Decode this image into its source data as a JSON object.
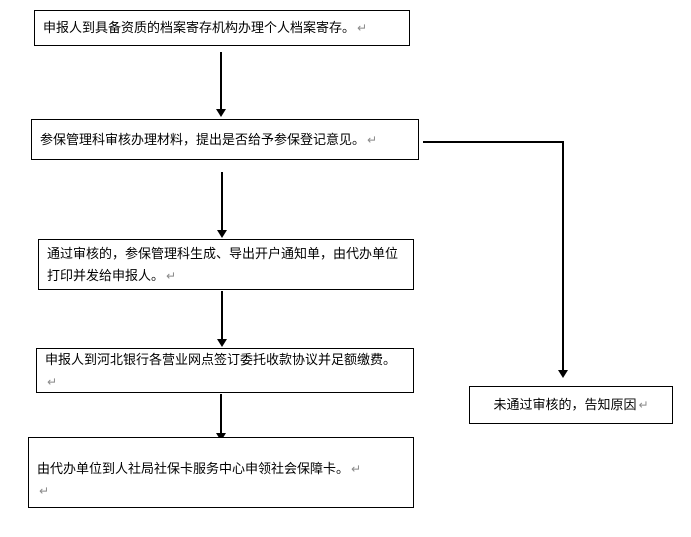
{
  "flowchart": {
    "steps": [
      {
        "label": "申报人到具备资质的档案寄存机构办理个人档案寄存。",
        "mark": "↵"
      },
      {
        "label": "参保管理科审核办理材料，提出是否给予参保登记意见。",
        "mark": "↵"
      },
      {
        "label": "通过审核的，参保管理科生成、导出开户通知单，由代办单位打印并发给申报人。",
        "mark": "↵"
      },
      {
        "label": "申报人到河北银行各营业网点签订委托收款协议并足额缴费。",
        "mark": "↵"
      },
      {
        "label": "由代办单位到人社局社保卡服务中心申领社会保障卡。",
        "mark": "↵",
        "extra_mark": "↵"
      }
    ],
    "reject": {
      "label": "未通过审核的，告知原因",
      "mark": "↵"
    },
    "colors": {
      "box_border": "#000000",
      "box_background": "#ffffff",
      "connector": "#000000",
      "paragraph_mark": "#8a8a8a"
    }
  }
}
